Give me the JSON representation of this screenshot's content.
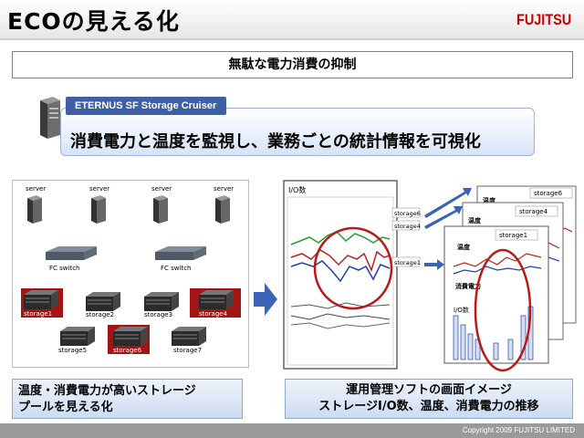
{
  "header": {
    "title": "ECOの見える化",
    "logo": "FUJITSU"
  },
  "banner": {
    "text": "無駄な電力消費の抑制"
  },
  "product": {
    "tag": "ETERNUS SF Storage Cruiser",
    "headline": "消費電力と温度を監視し、業務ごとの統計情報を可視化"
  },
  "diagram": {
    "servers": [
      "server",
      "server",
      "server",
      "server"
    ],
    "switches": [
      "FC switch",
      "FC switch"
    ],
    "storages": [
      "storage1",
      "storage2",
      "storage3",
      "storage4",
      "storage5",
      "storage6",
      "storage7"
    ]
  },
  "monitor": {
    "io_label": "I/O数",
    "storage_tags": [
      "storage6",
      "storage4",
      "storage1"
    ],
    "back_cards": [
      "storage6",
      "storage4"
    ],
    "front_card": {
      "title": "storage1",
      "temp": "温度",
      "power": "消費電力",
      "io": "I/O数"
    },
    "mid_card_temp": "温度",
    "back_card_temp": "温度"
  },
  "callouts": {
    "left": [
      "温度・消費電力が高いストレージ",
      "プールを見える化"
    ],
    "right": [
      "運用管理ソフトの画面イメージ",
      "ストレージI/O数、温度、消費電力の推移"
    ]
  },
  "footer": {
    "copyright": "Copyright 2009 FUJITSU LIMITED"
  },
  "colors": {
    "brand_red": "#cc0000",
    "accent_blue": "#3c5fa8",
    "highlight_red": "#a31515"
  }
}
